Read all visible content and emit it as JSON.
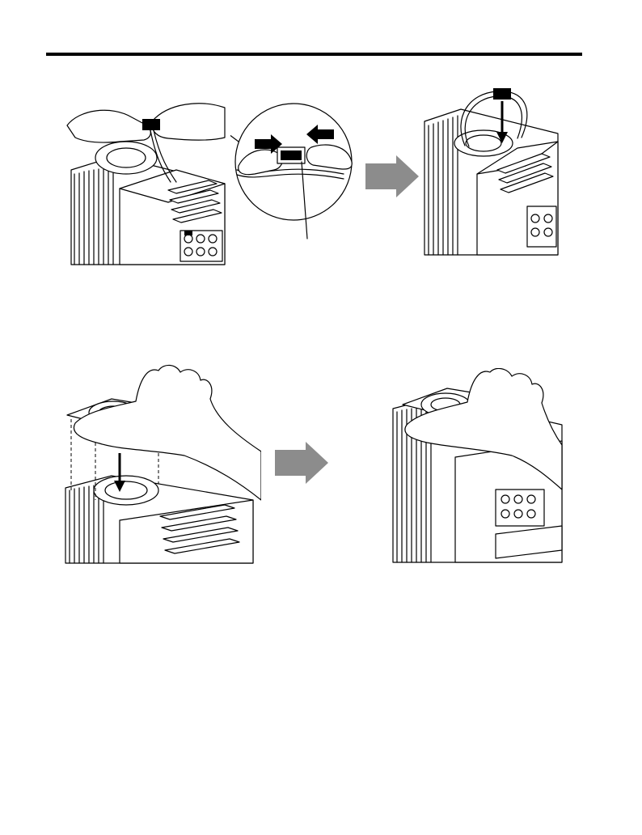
{
  "page": {
    "header_rule": true
  },
  "figures": [
    {
      "id": "step-disconnect-cable",
      "icon": "drive-fan-connector-disconnect"
    },
    {
      "id": "step-connector-detail",
      "icon": "connector-squeeze-detail"
    },
    {
      "id": "step-arrow-1",
      "icon": "right-arrow",
      "color": "#8c8c8c"
    },
    {
      "id": "step-cable-stowed",
      "icon": "drive-cable-stowed"
    },
    {
      "id": "step-insert-fan",
      "icon": "fan-insertion"
    },
    {
      "id": "step-arrow-2",
      "icon": "right-arrow",
      "color": "#8c8c8c"
    },
    {
      "id": "step-fan-installed",
      "icon": "fan-installed"
    }
  ]
}
